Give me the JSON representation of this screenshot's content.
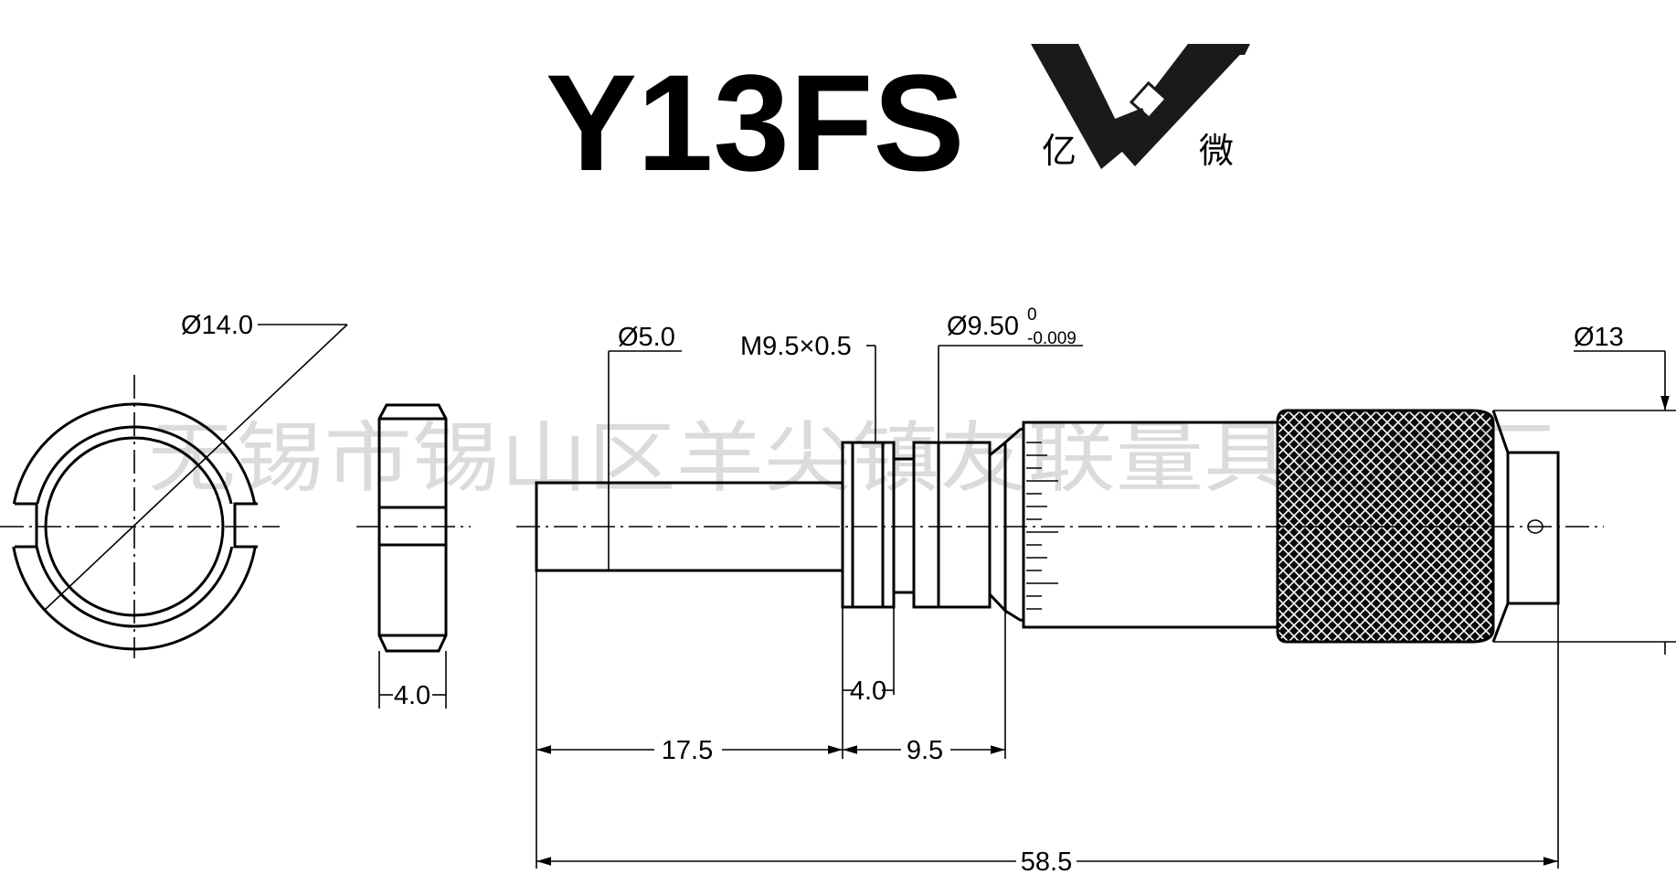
{
  "title": "Y13FS",
  "logo": {
    "left_char": "亿",
    "right_char": "微",
    "icon": "yiwei-logo-icon"
  },
  "watermark": "无锡市锡山区羊尖镇友联量具配件厂",
  "dimensions": {
    "nut_outer_diameter": "Ø14.0",
    "nut_thickness": "4.0",
    "spindle_diameter": "Ø5.0",
    "thread": "M9.5×0.5",
    "barrel_diameter_main": "Ø9.50",
    "barrel_tol_upper": "0",
    "barrel_tol_lower": "-0.009",
    "thimble_diameter": "Ø13",
    "thread_length": "4.0",
    "spindle_length": "17.5",
    "barrel_length": "9.5",
    "overall_length": "58.5"
  }
}
